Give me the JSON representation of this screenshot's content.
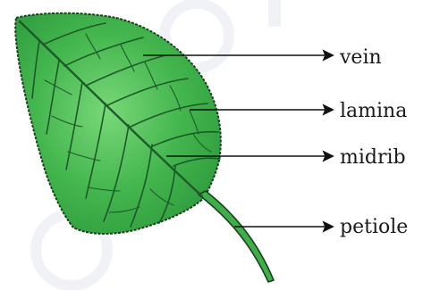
{
  "labels": {
    "vein": "vein",
    "lamina": "lamina",
    "midrib": "midrib",
    "petiole": "petiole"
  },
  "colors": {
    "leaf_fill": "#3fb54a",
    "leaf_highlight": "#6fd070",
    "vein_color": "#1d5a2a",
    "outline_color": "#1a4020",
    "arrow_color": "#111111",
    "label_color": "#1a1a1a",
    "watermark_color": "#e4e8f0"
  }
}
